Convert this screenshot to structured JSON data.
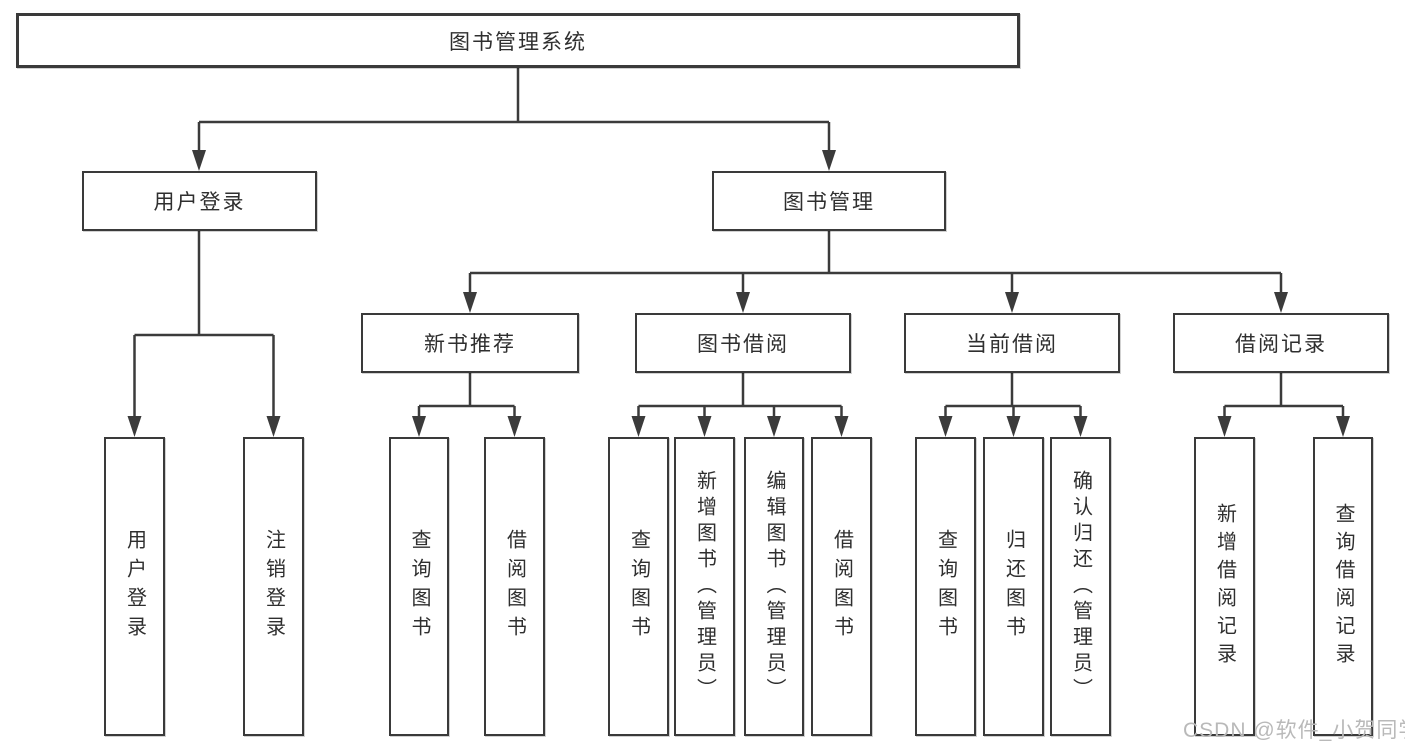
{
  "diagram": {
    "title": "图书管理系统",
    "watermark": "CSDN @软件_小贺同学",
    "colors": {
      "line": "#3b3b3b",
      "box_border": "#3a3a3a",
      "text": "#2f2f2f",
      "background": "#ffffff",
      "watermark": "#b9b9b9"
    },
    "nodes": {
      "root": "图书管理系统",
      "level2": {
        "user_login": "用户登录",
        "book_management": "图书管理"
      },
      "level3": {
        "new_book_recommend": "新书推荐",
        "book_borrow": "图书借阅",
        "current_borrow": "当前借阅",
        "borrow_record": "借阅记录"
      },
      "leaves": {
        "user_login": "用户登录",
        "logout": "注销登录",
        "query_book_1": "查询图书",
        "borrow_book_1": "借阅图书",
        "query_book_2": "查询图书",
        "add_book_admin": "新增图书（管理员）",
        "edit_book_admin": "编辑图书（管理员）",
        "borrow_book_2": "借阅图书",
        "query_book_3": "查询图书",
        "return_book": "归还图书",
        "confirm_return_admin": "确认归还（管理员）",
        "add_borrow_record": "新增借阅记录",
        "query_borrow_record": "查询借阅记录"
      }
    }
  }
}
